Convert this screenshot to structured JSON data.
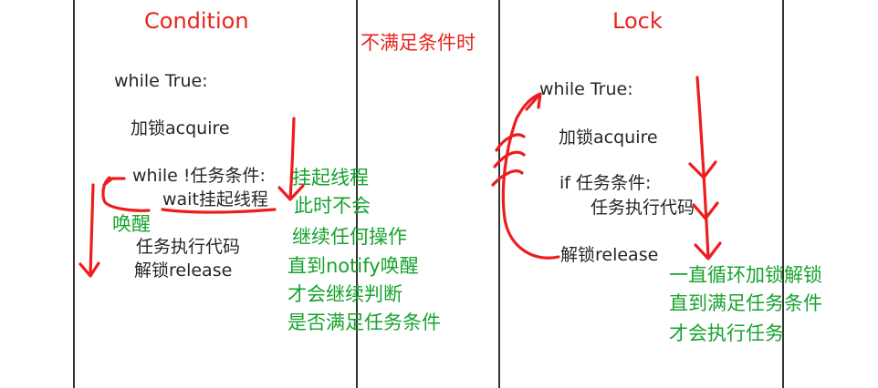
{
  "condition": {
    "title": "Condition",
    "code": {
      "while_true": "while True:",
      "acquire": "加锁acquire",
      "while_cond": "while !任务条件:",
      "wait": "wait挂起线程",
      "task": "任务执行代码",
      "release": "解锁release"
    },
    "wake_note": "唤醒",
    "notes": [
      "挂起线程",
      "此时不会",
      "继续任何操作",
      "直到notify唤醒",
      "才会继续判断",
      "是否满足任务条件"
    ]
  },
  "middle": {
    "label": "不满足条件时"
  },
  "lock": {
    "title": "Lock",
    "code": {
      "while_true": "while True:",
      "acquire": "加锁acquire",
      "if_cond": "if 任务条件:",
      "task": "任务执行代码",
      "release": "解锁release"
    },
    "notes": [
      "一直循环加锁解锁",
      "直到满足任务条件",
      "才会执行任务"
    ]
  },
  "colors": {
    "annotation_red": "#e8241c",
    "annotation_green": "#17a32e",
    "code_text": "#262626",
    "divider": "#333333"
  }
}
